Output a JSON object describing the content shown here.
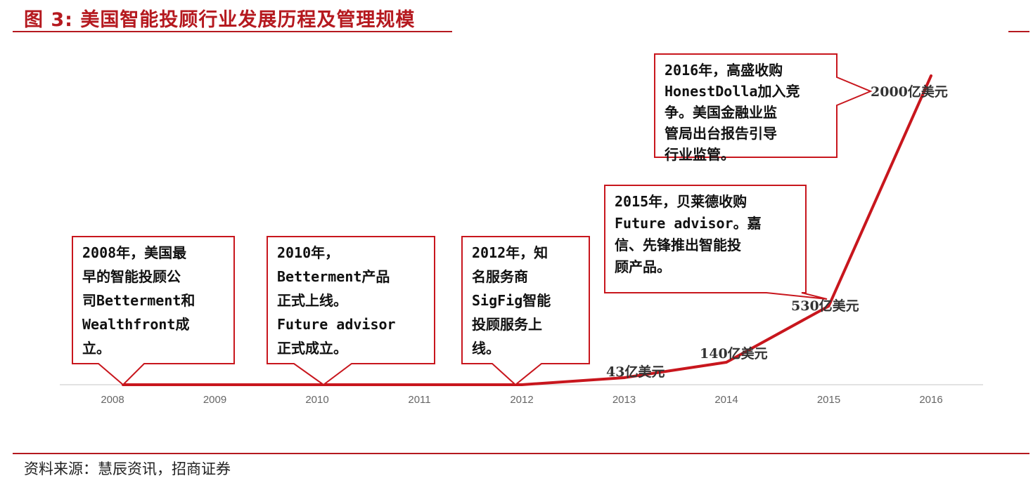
{
  "header": {
    "title": "图  3:  美国智能投顾行业发展历程及管理规模"
  },
  "footer": {
    "source": "资料来源：慧辰资讯，招商证券"
  },
  "chart_data": {
    "type": "line",
    "color": "#c8161d",
    "x": [
      "2008",
      "2009",
      "2010",
      "2011",
      "2012",
      "2013",
      "2014",
      "2015",
      "2016"
    ],
    "series": [
      {
        "values": [
          0,
          0,
          0,
          0,
          0,
          43,
          140,
          530,
          2000
        ]
      }
    ],
    "unit": "亿美元",
    "data_labels": [
      {
        "year": "2013",
        "text": "43亿美元"
      },
      {
        "year": "2014",
        "text": "140亿美元"
      },
      {
        "year": "2015",
        "text": "530亿美元"
      },
      {
        "year": "2016",
        "text": "2000亿美元"
      }
    ],
    "annotations": [
      {
        "year": "2008",
        "lines": [
          "2008年，美国最",
          "早的智能投顾公",
          "司Betterment和",
          "Wealthfront成",
          "立。"
        ]
      },
      {
        "year": "2010",
        "lines": [
          "2010年，",
          "Betterment产品",
          "正式上线。",
          "Future advisor",
          "正式成立。"
        ]
      },
      {
        "year": "2012",
        "lines": [
          "2012年，知",
          "名服务商",
          "SigFig智能",
          "投顾服务上",
          "线。"
        ]
      },
      {
        "year": "2015",
        "lines": [
          "2015年，贝莱德收购",
          "Future advisor。嘉",
          "信、先锋推出智能投",
          "顾产品。"
        ]
      },
      {
        "year": "2016",
        "lines": [
          "2016年，高盛收购",
          "HonestDolla加入竞",
          "争。美国金融业监",
          "管局出台报告引导",
          "行业监管。"
        ]
      }
    ]
  }
}
